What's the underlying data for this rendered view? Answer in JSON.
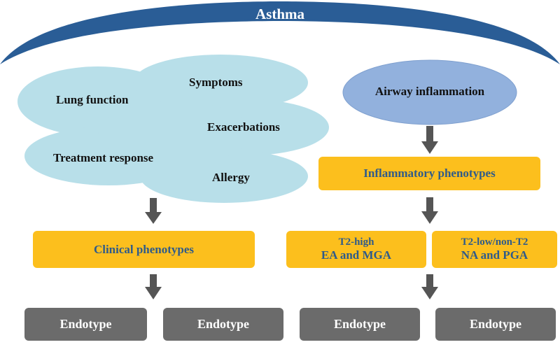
{
  "title": "Asthma",
  "clinical_cloud": {
    "items": [
      "Lung function",
      "Symptoms",
      "Exacerbations",
      "Treatment response",
      "Allergy"
    ]
  },
  "airway_inflammation": "Airway inflammation",
  "inflammatory_phenotypes": "Inflammatory phenotypes",
  "clinical_phenotypes": "Clinical phenotypes",
  "t2_high": {
    "line1": "T2-high",
    "line2": "EA and MGA"
  },
  "t2_low": {
    "line1": "T2-low/non-T2",
    "line2": "NA and PGA"
  },
  "endotypes": [
    "Endotype",
    "Endotype",
    "Endotype",
    "Endotype"
  ],
  "colors": {
    "arc": "#2a5d96",
    "cloud": "#b8dfe9",
    "oval": "#92b1dd",
    "orange": "#fcbf1d",
    "gray": "#6b6b6b",
    "arrow": "#555555"
  }
}
